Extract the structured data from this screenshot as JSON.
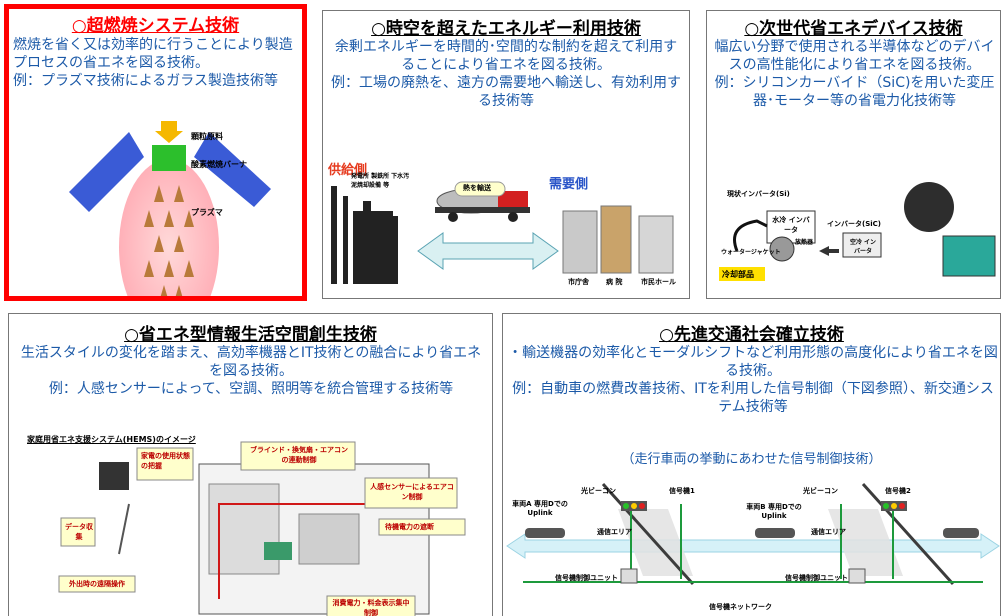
{
  "panels": {
    "p1": {
      "title": "○超燃焼システム技術",
      "desc": "燃焼を省く又は効率的に行うことにより製造プロセスの省エネを図る技術。",
      "example": "例：プラズマ技術によるガラス製造技術等",
      "labels": {
        "raw": "顆粒原料",
        "burner": "酸素燃焼バーナ",
        "plasma": "プラズマ"
      }
    },
    "p2": {
      "title": "○時空を超えたエネルギー利用技術",
      "desc": "余剰エネルギーを時間的･空間的な制約を超えて利用することにより省エネを図る技術。",
      "example": "例：工場の廃熱を、遠方の需要地へ輸送し、有効利用する技術等",
      "labels": {
        "supply": "供給側",
        "demand": "需要側",
        "transport": "熱を輸送",
        "plants": "発電所 製鉄所 下水汚泥焼却設備 等",
        "cityhall": "市庁舎",
        "hospital": "病 院",
        "hall": "市民ホール"
      }
    },
    "p3": {
      "title": "○次世代省エネデバイス技術",
      "desc": "幅広い分野で使用される半導体などのデバイスの高性能化により省エネを図る技術。",
      "example": "例：シリコンカーバイド（SiC)を用いた変圧器･モーター等の省電力化技術等",
      "labels": {
        "current": "現状インバータ(Si)",
        "watercool": "水冷 インバータ",
        "sic": "インバータ(SiC)",
        "aircool": "空冷 インバータ",
        "waterjacket": "ウォータージャケット",
        "radiator": "放熱器",
        "cooling": "冷却部品"
      }
    },
    "p4": {
      "title": "○省エネ型情報生活空間創生技術",
      "desc": "生活スタイルの変化を踏まえ、高効率機器とIT技術との融合により省エネを図る技術。",
      "example": "例：人感センサーによって、空調、照明等を統合管理する技術等",
      "labels": {
        "hems": "家庭用省エネ支援システム(HEMS)のイメージ",
        "blind": "ブラインド・換気扇・エアコンの連動制御",
        "usage": "家電の使用状態の把握",
        "sensor": "人感センサーによるエアコン制御",
        "data": "データ収集",
        "standby": "待機電力の遮断",
        "remote": "外出時の遠隔操作",
        "display": "消費電力・料金表示集中制御"
      }
    },
    "p5": {
      "title": "○先進交通社会確立技術",
      "desc": "・輸送機器の効率化とモーダルシフトなど利用形態の高度化により省エネを図る技術。",
      "example": "例：自動車の燃費改善技術、ITを利用した信号制御（下図参照）、新交通システム技術等",
      "subtitle": "（走行車両の挙動にあわせた信号制御技術）",
      "labels": {
        "carA": "車両A 専用DでのUplink",
        "carB": "車両B 専用DでのUplink",
        "beacon1": "光ビーコン",
        "beacon2": "光ビーコン",
        "signal1": "信号機1",
        "signal2": "信号機2",
        "area1": "通信エリア",
        "area2": "通信エリア",
        "unit1": "信号機制御ユニット",
        "unit2": "信号機制御ユニット",
        "network": "信号機ネットワーク"
      }
    }
  },
  "colors": {
    "highlight_border": "#ff0000",
    "title_red": "#ff0000",
    "desc_blue": "#1c5aa8"
  }
}
